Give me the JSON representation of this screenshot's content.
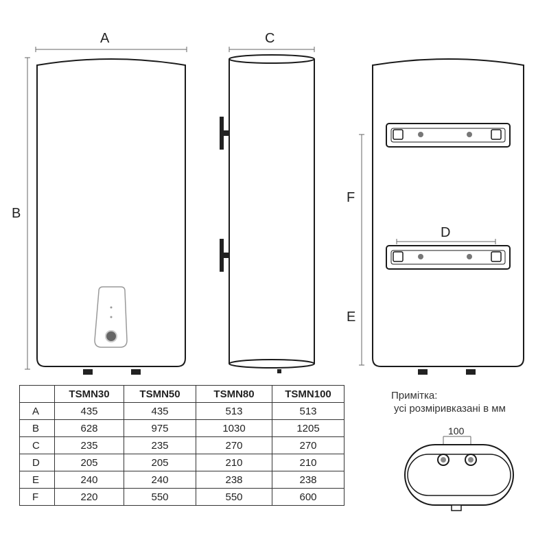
{
  "labels": {
    "A": "A",
    "B": "B",
    "C": "C",
    "D": "D",
    "E": "E",
    "F": "F",
    "spacing": "100"
  },
  "table": {
    "headers": [
      "",
      "TSMN30",
      "TSMN50",
      "TSMN80",
      "TSMN100"
    ],
    "rows": [
      [
        "A",
        "435",
        "435",
        "513",
        "513"
      ],
      [
        "B",
        "628",
        "975",
        "1030",
        "1205"
      ],
      [
        "C",
        "235",
        "235",
        "270",
        "270"
      ],
      [
        "D",
        "205",
        "205",
        "210",
        "210"
      ],
      [
        "E",
        "240",
        "240",
        "238",
        "238"
      ],
      [
        "F",
        "220",
        "550",
        "550",
        "600"
      ]
    ]
  },
  "note": {
    "title": "Примітка:",
    "text": "усі розміривказані в мм"
  },
  "colors": {
    "line": "#1a1a1a",
    "dim_line": "#666666",
    "button": "#666666"
  }
}
